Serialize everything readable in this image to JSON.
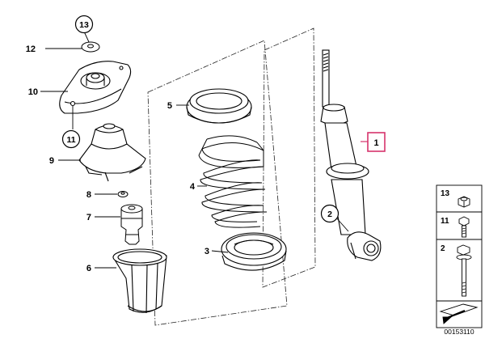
{
  "diagram": {
    "doc_id": "00153110",
    "highlighted_part": "1",
    "highlight_color": "#d6336c",
    "callouts": [
      {
        "id": "13",
        "label": "13",
        "style": "circled"
      },
      {
        "id": "12",
        "label": "12",
        "style": "plain"
      },
      {
        "id": "10",
        "label": "10",
        "style": "plain"
      },
      {
        "id": "11",
        "label": "11",
        "style": "circled"
      },
      {
        "id": "9",
        "label": "9",
        "style": "plain"
      },
      {
        "id": "8",
        "label": "8",
        "style": "plain"
      },
      {
        "id": "7",
        "label": "7",
        "style": "plain"
      },
      {
        "id": "6",
        "label": "6",
        "style": "plain"
      },
      {
        "id": "5",
        "label": "5",
        "style": "plain"
      },
      {
        "id": "4",
        "label": "4",
        "style": "plain"
      },
      {
        "id": "3",
        "label": "3",
        "style": "plain"
      },
      {
        "id": "2",
        "label": "2",
        "style": "circled"
      },
      {
        "id": "1",
        "label": "1",
        "style": "boxed"
      }
    ],
    "side_panel": [
      {
        "label": "13",
        "icon": "nut-icon"
      },
      {
        "label": "11",
        "icon": "bolt-icon"
      },
      {
        "label": "2",
        "icon": "long-bolt-icon"
      }
    ]
  }
}
